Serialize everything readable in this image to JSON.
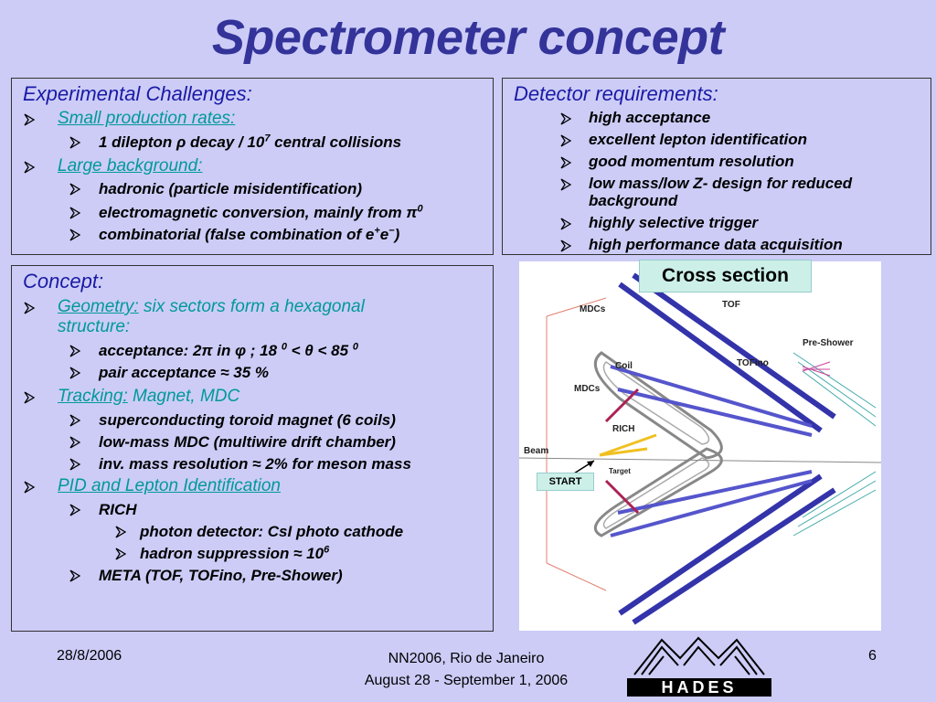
{
  "title": "Spectrometer concept",
  "challenges": {
    "heading": "Experimental Challenges:",
    "small_rates": "Small production rates:",
    "dilepton_a": "1 dilepton ",
    "dilepton_rho": "ρ",
    "dilepton_b": " decay / 10",
    "dilepton_exp": "7",
    "dilepton_c": " central collisions",
    "large_bg": "Large background:",
    "hadronic": "hadronic (particle misidentification)",
    "em_a": "electromagnetic conversion, mainly from ",
    "em_pi": "π",
    "em_exp": "0",
    "comb_a": "combinatorial (false combination of e",
    "comb_plus": "+",
    "comb_b": "e",
    "comb_minus": "−",
    "comb_c": ")"
  },
  "requirements": {
    "heading": "Detector requirements:",
    "items": [
      "high acceptance",
      "excellent lepton identification",
      "good momentum resolution",
      "low mass/low Z- design for reduced",
      "background",
      "highly selective trigger",
      "high performance data acquisition"
    ]
  },
  "concept": {
    "heading": "Concept:",
    "geometry_u": "Geometry:",
    "geometry_rest": " six sectors form a hexagonal",
    "geometry_rest2": "structure:",
    "acceptance_a": "acceptance: 2π  in  φ ; 18 ",
    "acceptance_exp1": "0",
    "acceptance_b": " <  θ  <  85 ",
    "acceptance_exp2": "0",
    "pair": "pair acceptance ≈ 35 %",
    "tracking_u": "Tracking:",
    "tracking_rest": " Magnet, MDC",
    "toroid": "superconducting toroid  magnet (6 coils)",
    "mdc": "low-mass MDC (multiwire drift chamber)",
    "invmass": "inv. mass resolution ≈ 2% for meson mass",
    "pid": "PID and Lepton Identification",
    "rich": "RICH",
    "photon": "photon detector: CsI photo cathode",
    "hadron_a": "hadron suppression ≈ 10",
    "hadron_exp": "6",
    "meta": "META (TOF, TOFino, Pre-Shower)"
  },
  "diagram": {
    "cross_section": "Cross section",
    "start": "START",
    "labels": {
      "mdcs_top": "MDCs",
      "tof": "TOF",
      "preshower": "Pre-Shower",
      "coil": "Coil",
      "tofino": "TOFino",
      "mdcs_mid": "MDCs",
      "rich": "RICH",
      "beam": "Beam",
      "target": "Target"
    }
  },
  "footer": {
    "date": "28/8/2006",
    "conf": "NN2006, Rio de Janeiro",
    "dates": "August 28 - September 1, 2006",
    "page": "6",
    "logo_text": "HADES"
  },
  "colors": {
    "title": "#333399",
    "heading": "#1a1aa6",
    "link": "#009999",
    "background": "#ccccf7"
  }
}
